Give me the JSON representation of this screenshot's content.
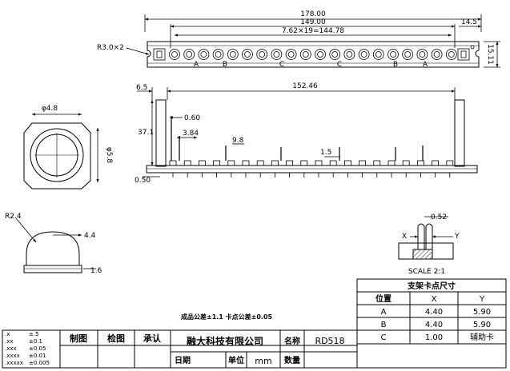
{
  "dims": {
    "overall_length": "178.00",
    "inner_length": "149.00",
    "pitch_label": "7.62×19=144.78",
    "end_offset": "14.5",
    "height_right": "15.11",
    "radius_label": "R3.0×2",
    "side_start": "6.5",
    "side_span": "152.46",
    "pin_thickness": "0.60",
    "height_left": "37.1",
    "pin_step": "3.84",
    "clip_height": "9.8",
    "gap_small": "1.5",
    "base_offset": "0.50"
  },
  "slot_letters": [
    "A",
    "B",
    "C",
    "C",
    "B",
    "A"
  ],
  "circle_view": {
    "diameter": "φ4.8",
    "height": "φ5.8"
  },
  "dome_view": {
    "radius": "R2.4",
    "width": "4.4",
    "base": "1.6"
  },
  "detail": {
    "gap": "0.52",
    "x_label": "X",
    "y_label": "Y",
    "scale_label": "SCALE 2:1"
  },
  "tolerance_note": "成品公差±1.1  卡点公差±0.05",
  "clip_table": {
    "title": "支架卡点尺寸",
    "headers": [
      "位置",
      "X",
      "Y"
    ],
    "rows": [
      [
        "A",
        "4.40",
        "5.90"
      ],
      [
        "B",
        "4.40",
        "5.90"
      ],
      [
        "C",
        "1.00",
        "辅助卡"
      ]
    ]
  },
  "title_block": {
    "tolerances": [
      [
        ".x",
        "±.5"
      ],
      [
        ".xx",
        "±0.1"
      ],
      [
        ".xxx",
        "±0.05"
      ],
      [
        ".xxxx",
        "±0.01"
      ],
      [
        ".xxxxx",
        "±0.005"
      ]
    ],
    "draw_label": "制图",
    "check_label": "检图",
    "approve_label": "承认",
    "company": "融大科技有限公司",
    "name_label": "名称",
    "part_name": "RD518",
    "date_label": "日期",
    "unit_label": "单位",
    "unit_value": "mm",
    "qty_label": "数量"
  },
  "colors": {
    "line": "#000000",
    "fill": "#ffffff",
    "hatch": "#444444"
  }
}
